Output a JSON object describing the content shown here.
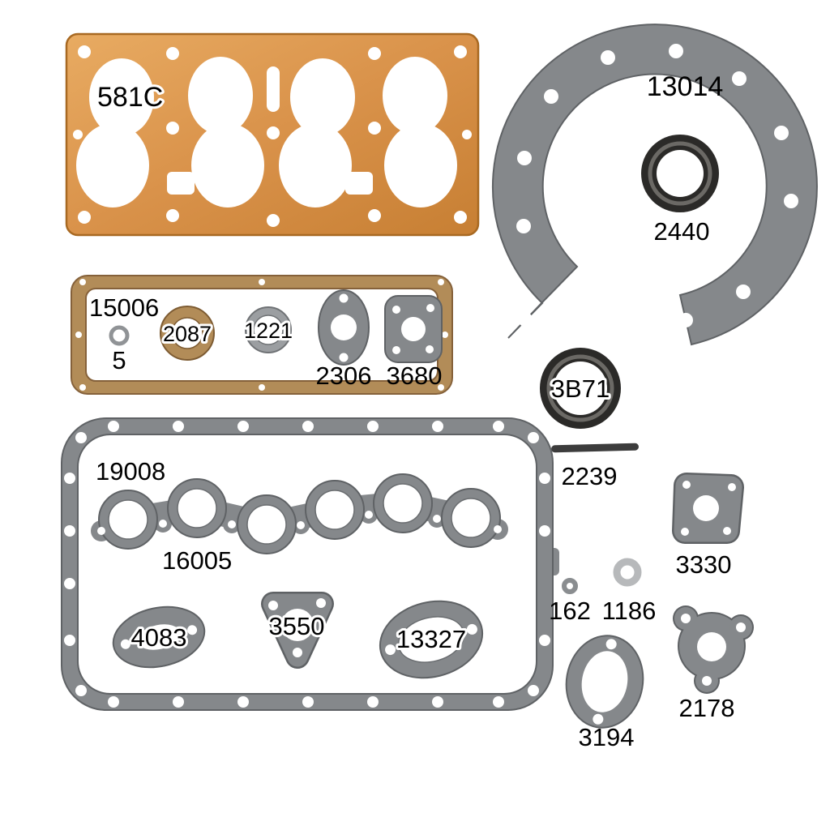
{
  "colors": {
    "copper": "#dd9a50",
    "copper_dark": "#a86922",
    "cork": "#b28c58",
    "cork_dark": "#85613a",
    "gasket_gray": "#85888b",
    "gasket_gray_dark": "#5f6265",
    "seal_black": "#2b2a28",
    "light_ring_gray": "#b7b9bb",
    "label_color": "#000000",
    "background": "#ffffff"
  },
  "parts": {
    "head_gasket": "581C",
    "timing_cover_gasket": "13014",
    "timing_seal": "2440",
    "valve_cover_gasket": "15006",
    "small_seal_washer": "5",
    "cork_ring": "2087",
    "gray_ring": "1221",
    "fuel_pump_gasket": "2306",
    "pump_plate_gasket": "3680",
    "rear_main_seal": "3B71",
    "strip_2239": "2239",
    "oil_pan_gasket": "19008",
    "exhaust_manifold_gasket": "16005",
    "oval_flange_gasket_4083": "4083",
    "triangle_flange_gasket_3550": "3550",
    "oval_gasket_13327": "13327",
    "tiny_washer_162": "162",
    "washer_1186": "1186",
    "oil_pump_gasket_3330": "3330",
    "water_pump_gasket_2178": "2178",
    "carb_gasket_3194": "3194"
  }
}
